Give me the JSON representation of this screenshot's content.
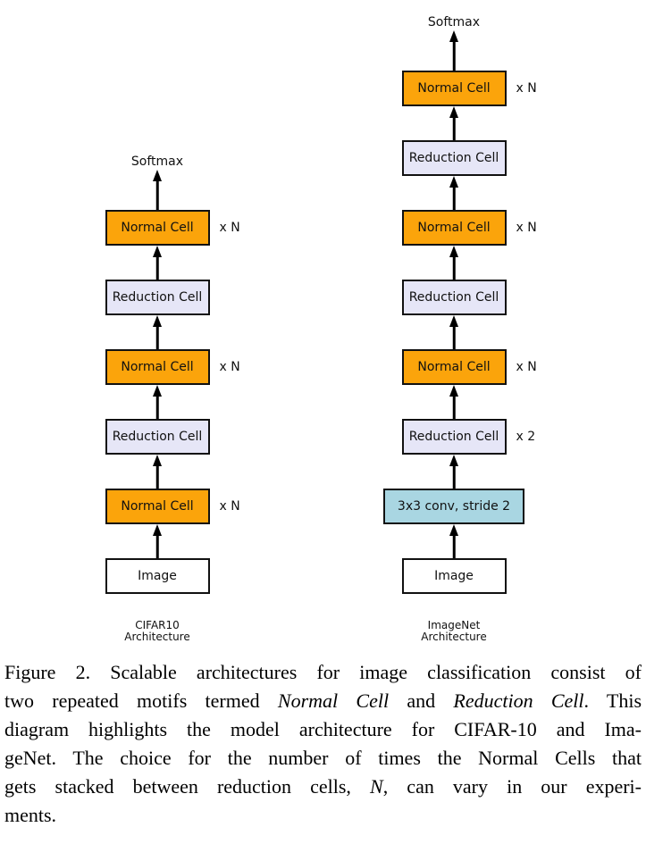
{
  "figure": {
    "colors": {
      "normal_cell": "#FBA40B",
      "reduction_cell": "#E6E6F7",
      "conv": "#A9D6E2",
      "input": "#FFFFFF",
      "box_border": "#111111",
      "arrow": "#000000"
    },
    "columns": [
      {
        "id": "cifar10",
        "output_label": "Softmax",
        "footer": [
          "CIFAR10",
          "Architecture"
        ],
        "nodes": [
          {
            "label": "Normal Cell",
            "type": "normal_cell",
            "multiplier": "x N"
          },
          {
            "label": "Reduction Cell",
            "type": "reduction_cell",
            "multiplier": ""
          },
          {
            "label": "Normal Cell",
            "type": "normal_cell",
            "multiplier": "x N"
          },
          {
            "label": "Reduction Cell",
            "type": "reduction_cell",
            "multiplier": ""
          },
          {
            "label": "Normal Cell",
            "type": "normal_cell",
            "multiplier": "x N"
          },
          {
            "label": "Image",
            "type": "input",
            "multiplier": ""
          }
        ]
      },
      {
        "id": "imagenet",
        "output_label": "Softmax",
        "footer": [
          "ImageNet",
          "Architecture"
        ],
        "nodes": [
          {
            "label": "Normal Cell",
            "type": "normal_cell",
            "multiplier": "x N"
          },
          {
            "label": "Reduction Cell",
            "type": "reduction_cell",
            "multiplier": ""
          },
          {
            "label": "Normal Cell",
            "type": "normal_cell",
            "multiplier": "x N"
          },
          {
            "label": "Reduction Cell",
            "type": "reduction_cell",
            "multiplier": ""
          },
          {
            "label": "Normal Cell",
            "type": "normal_cell",
            "multiplier": "x N"
          },
          {
            "label": "Reduction Cell",
            "type": "reduction_cell",
            "multiplier": "x 2"
          },
          {
            "label": "3x3 conv, stride 2",
            "type": "conv",
            "multiplier": ""
          },
          {
            "label": "Image",
            "type": "input",
            "multiplier": ""
          }
        ]
      }
    ]
  },
  "caption": {
    "lines": [
      {
        "segments": [
          {
            "text": "Figure 2. Scalable architectures for image classification consist of",
            "italic": false
          }
        ]
      },
      {
        "segments": [
          {
            "text": "two repeated motifs termed ",
            "italic": false
          },
          {
            "text": "Normal Cell",
            "italic": true
          },
          {
            "text": " and ",
            "italic": false
          },
          {
            "text": "Reduction Cell",
            "italic": true
          },
          {
            "text": ". This",
            "italic": false
          }
        ]
      },
      {
        "segments": [
          {
            "text": "diagram highlights the model architecture for CIFAR-10 and Ima-",
            "italic": false
          }
        ]
      },
      {
        "segments": [
          {
            "text": "geNet. The choice for the number of times the Normal Cells that",
            "italic": false
          }
        ]
      },
      {
        "segments": [
          {
            "text": "gets stacked between reduction cells, ",
            "italic": false
          },
          {
            "text": "N",
            "italic": true
          },
          {
            "text": ", can vary in our experi-",
            "italic": false
          }
        ]
      },
      {
        "segments": [
          {
            "text": "ments.",
            "italic": false
          }
        ]
      }
    ]
  }
}
